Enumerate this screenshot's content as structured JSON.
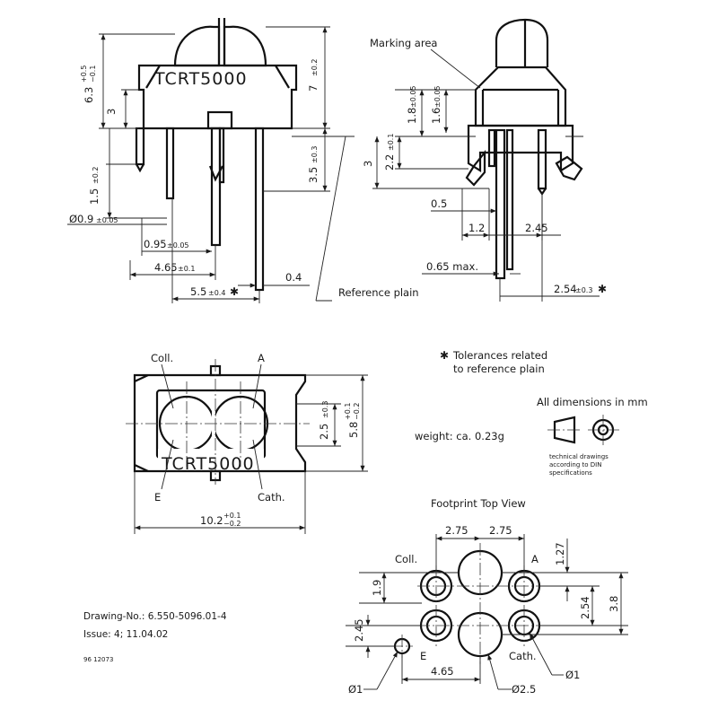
{
  "part_marking": "TCRT5000",
  "labels": {
    "marking_area": "Marking area",
    "reference_plain": "Reference plain",
    "tolerances_note": "Tolerances related\nto reference plain",
    "tolerance_star": "✱",
    "all_dimensions": "All dimensions in mm",
    "weight": "weight: ca. 0.23g",
    "technical_drawings": "technical drawings\naccording to DIN\nspecifications",
    "footprint_title": "Footprint Top View",
    "drawing_no": "Drawing-No.: 6.550-5096.01-4",
    "issue": "Issue: 4;  11.04.02",
    "ref_code": "96 12073"
  },
  "pins": {
    "coll": "Coll.",
    "anode": "A",
    "emitter": "E",
    "cathode": "Cath."
  },
  "front_view_dims": {
    "h_63": "6.3",
    "h_63_tol_top": "+0.5",
    "h_63_tol_bot": "−0.1",
    "h_3": "3",
    "h_7": "7",
    "h_7_tol": "±0.2",
    "h_15": "1.5",
    "h_15_tol": "±0.2",
    "h_35": "3.5",
    "h_35_tol": "±0.3",
    "d_09": "Ø0.9",
    "d_09_tol": "±0.05",
    "w_095": "0.95",
    "w_095_tol": "±0.05",
    "w_465": "4.65",
    "w_465_tol": "±0.1",
    "w_55": "5.5",
    "w_55_tol": "±0.4",
    "w_04": "0.4"
  },
  "side_view_dims": {
    "h_18": "1.8",
    "h_18_tol": "±0.05",
    "h_16": "1.6",
    "h_16_tol": "±0.05",
    "h_22": "2.2",
    "h_22_tol": "±0.1",
    "h_3": "3",
    "w_05": "0.5",
    "w_12": "1.2",
    "w_245": "2.45",
    "w_065": "0.65 max.",
    "w_254": "2.54",
    "w_254_tol": "±0.3"
  },
  "top_view_dims": {
    "w_25": "2.5",
    "w_25_tol": "±0.3",
    "w_58": "5.8",
    "w_58_tol_top": "+0.1",
    "w_58_tol_bot": "−0.2",
    "l_102": "10.2",
    "l_102_tol_top": "+0.1",
    "l_102_tol_bot": "−0.2"
  },
  "footprint_dims": {
    "w_275a": "2.75",
    "w_275b": "2.75",
    "h_127": "1.27",
    "h_19": "1.9",
    "h_254": "2.54",
    "h_38": "3.8",
    "h_245": "2.45",
    "w_465": "4.65",
    "d_1a": "Ø1",
    "d_25": "Ø2.5",
    "d_1b": "Ø1"
  }
}
